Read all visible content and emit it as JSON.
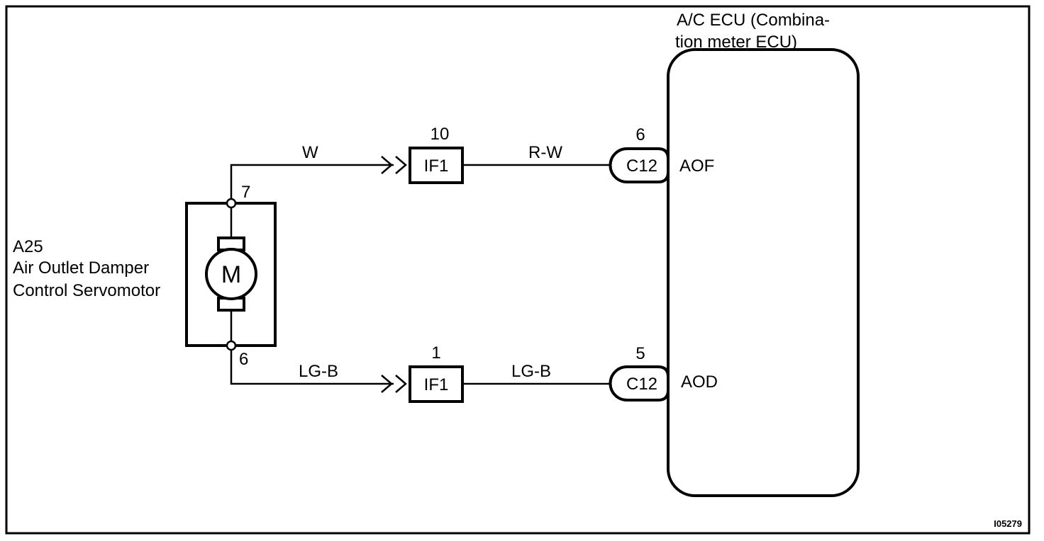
{
  "ecu": {
    "label_line1": "A/C ECU  (Combina-",
    "label_line2": "tion meter ECU)"
  },
  "servomotor": {
    "code": "A25",
    "name_line1": "Air Outlet Damper",
    "name_line2": "Control Servomotor",
    "symbol": "M"
  },
  "circuits": [
    {
      "motor_pin": "7",
      "wire_to_junction": "W",
      "junction": "IF1",
      "junction_pin": "10",
      "wire_to_connector": "R-W",
      "connector": "C12",
      "connector_pin": "6",
      "ecu_terminal": "AOF"
    },
    {
      "motor_pin": "6",
      "wire_to_junction": "LG-B",
      "junction": "IF1",
      "junction_pin": "1",
      "wire_to_connector": "LG-B",
      "connector": "C12",
      "connector_pin": "5",
      "ecu_terminal": "AOD"
    }
  ],
  "figure_id": "I05279"
}
